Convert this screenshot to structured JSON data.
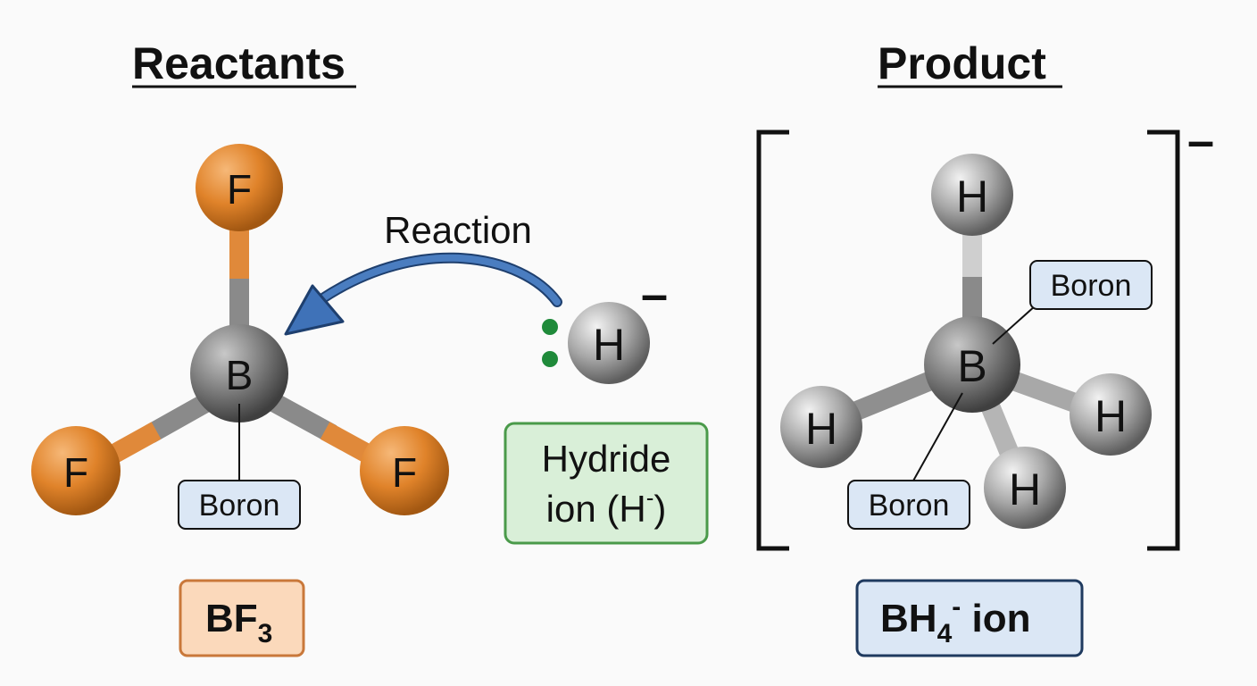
{
  "headings": {
    "reactants": "Reactants",
    "product": "Product"
  },
  "reaction_label": "Reaction",
  "atoms": {
    "fluorine": "F",
    "boron": "B",
    "hydrogen": "H"
  },
  "annotations": {
    "boron_left": "Boron",
    "boron_right": "Boron"
  },
  "hydride_box": {
    "line1": "Hydride",
    "line2_prefix": "ion (H",
    "line2_sup": "-",
    "line2_suffix": ")"
  },
  "hydride_charge": "–",
  "product_charge": "–",
  "formula_reactant": {
    "main": "BF",
    "sub": "3"
  },
  "formula_product": {
    "main": "BH",
    "sub": "4",
    "sup": "-",
    "suffix": " ion"
  },
  "colors": {
    "fluorine": "#e08a2e",
    "boron_gray": "#777777",
    "hydrogen_gray": "#9a9a9a",
    "arrow_blue": "#3f72b8",
    "lone_pair_green": "#1f8a3a",
    "hydride_box_fill": "#d9efd8",
    "hydride_box_stroke": "#4a9a4a",
    "bf3_box_fill": "#fbd9bb",
    "bf3_box_stroke": "#c9783a",
    "bh4_box_fill": "#dbe7f5",
    "bh4_box_stroke": "#1f3a5f",
    "label_box_fill": "#dbe7f5"
  }
}
